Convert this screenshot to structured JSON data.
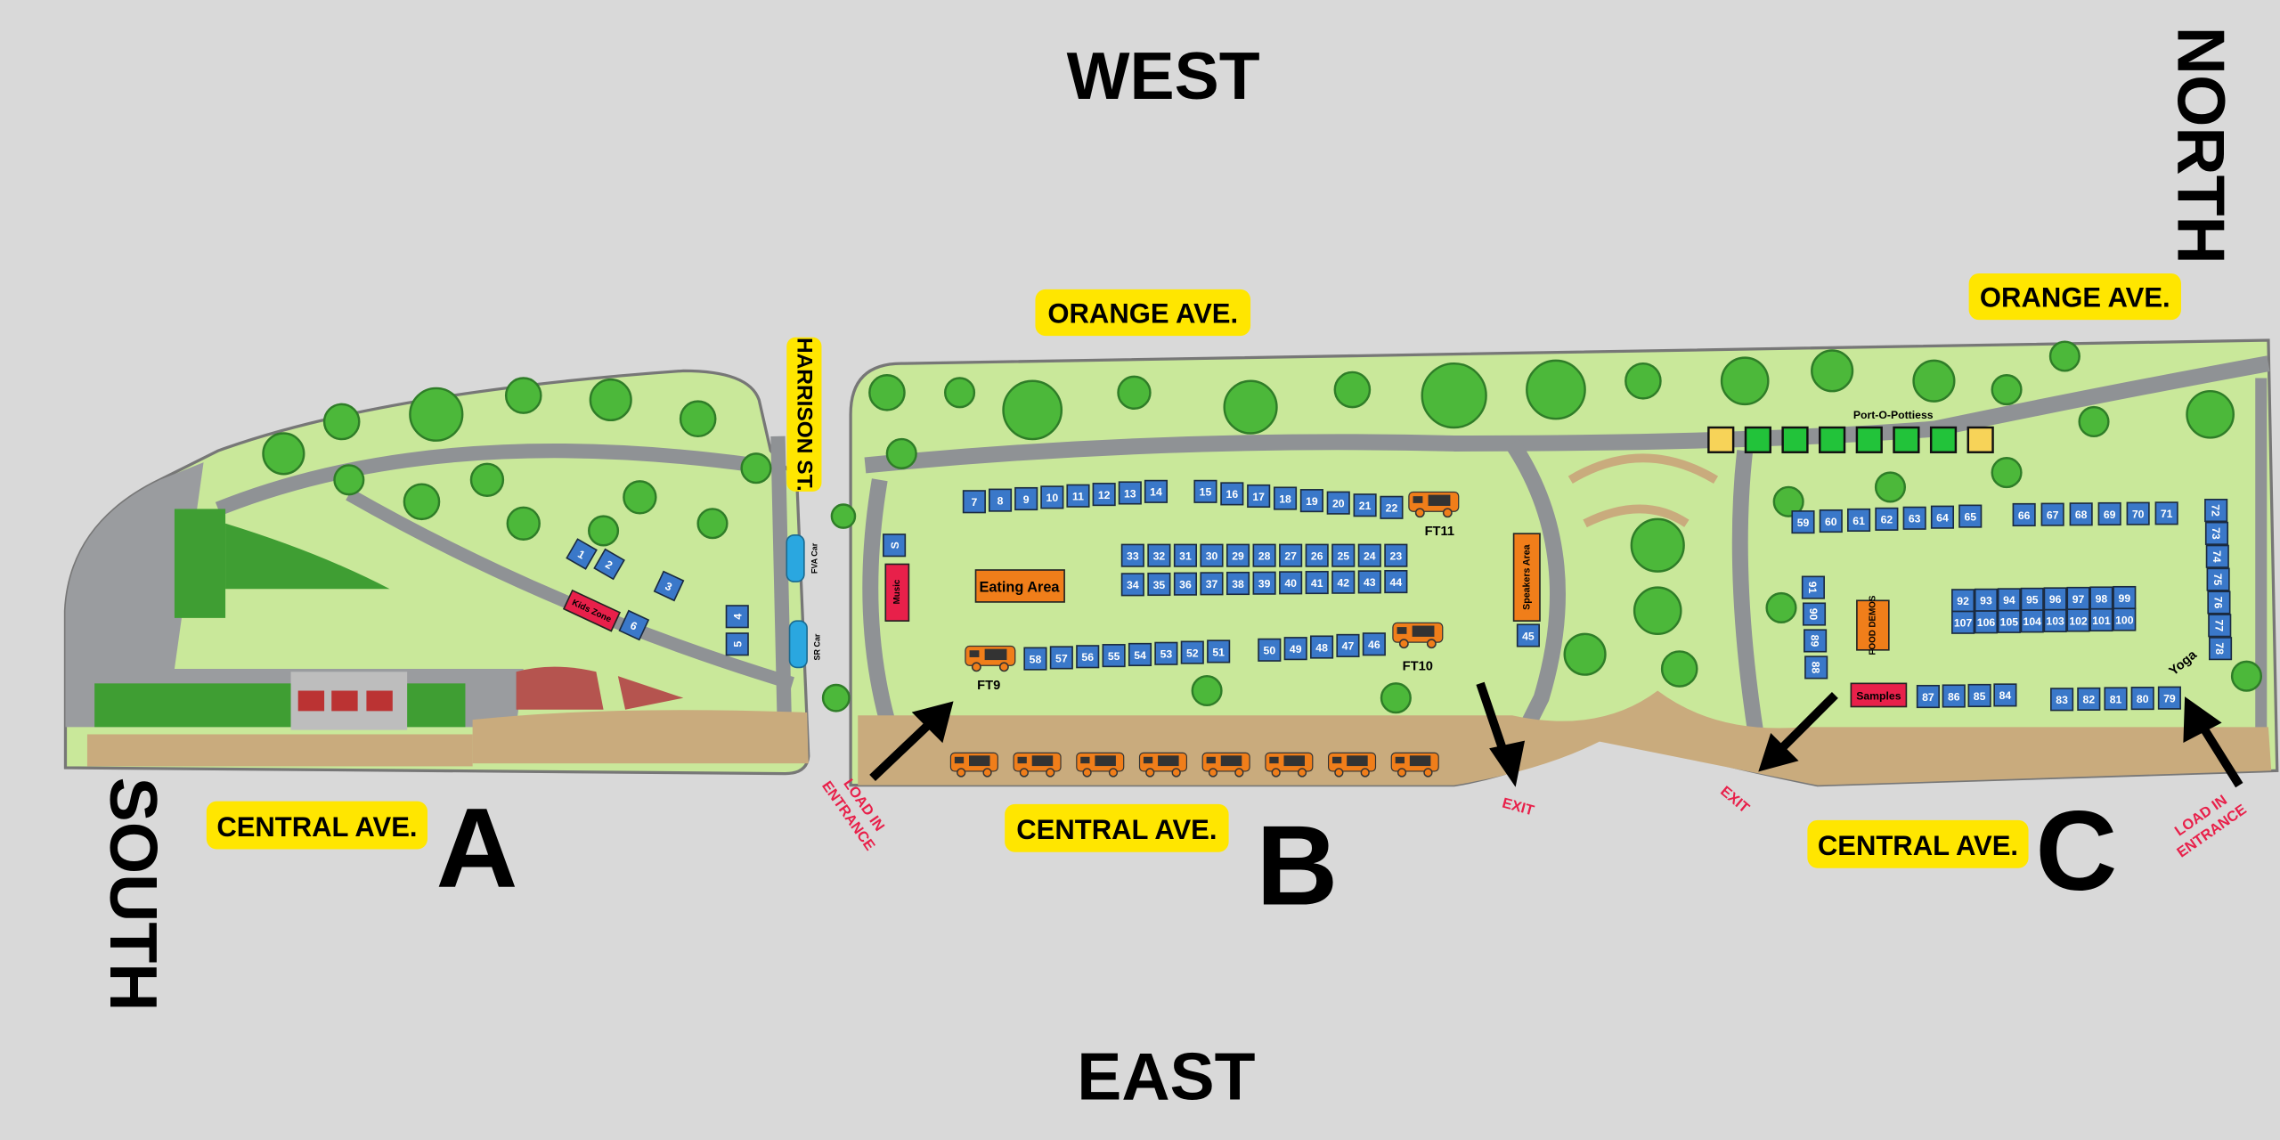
{
  "compass": {
    "west": "WEST",
    "east": "EAST",
    "north": "NORTH",
    "south": "SOUTH"
  },
  "streets": {
    "orange_ave_1": "ORANGE AVE.",
    "orange_ave_2": "ORANGE AVE.",
    "central_ave_a": "CENTRAL AVE.",
    "central_ave_b": "CENTRAL AVE.",
    "central_ave_c": "CENTRAL AVE.",
    "harrison_st": "HARRISON ST."
  },
  "sections": {
    "a": "A",
    "b": "B",
    "c": "C"
  },
  "entrances": {
    "line1": "LOAD IN",
    "line2": "ENTRANCE"
  },
  "exits": {
    "exit": "EXIT"
  },
  "areas": {
    "kids_zone": "Kids Zone",
    "music": "Music",
    "eating_area": "Eating Area",
    "speakers_area": "Speakers Area",
    "food_demos": "FOOD DEMOS",
    "samples": "Samples",
    "yoga": "Yoga",
    "port_o_potties": "Port-O-Pottiess"
  },
  "cars": {
    "fva": "FVA Car",
    "sr": "SR Car"
  },
  "food_trucks": {
    "ft9": "FT9",
    "ft10": "FT10",
    "ft11": "FT11"
  },
  "booths": {
    "a": [
      "1",
      "2",
      "3",
      "6",
      "4",
      "5"
    ],
    "b_s": [
      "S"
    ],
    "b_top_left": [
      "7",
      "8",
      "9",
      "10",
      "11",
      "12",
      "13",
      "14"
    ],
    "b_top_right": [
      "15",
      "16",
      "17",
      "18",
      "19",
      "20",
      "21",
      "22"
    ],
    "b_mid_upper": [
      "33",
      "32",
      "31",
      "30",
      "29",
      "28",
      "27",
      "26",
      "25",
      "24",
      "23"
    ],
    "b_mid_lower": [
      "34",
      "35",
      "36",
      "37",
      "38",
      "39",
      "40",
      "41",
      "42",
      "43",
      "44"
    ],
    "b_bottom_left": [
      "58",
      "57",
      "56",
      "55",
      "54",
      "53",
      "52",
      "51"
    ],
    "b_bottom_right": [
      "50",
      "49",
      "48",
      "47",
      "46"
    ],
    "b_speakers": [
      "45"
    ],
    "c_top_left": [
      "59",
      "60",
      "61",
      "62",
      "63",
      "64",
      "65"
    ],
    "c_top_right": [
      "66",
      "67",
      "68",
      "69",
      "70",
      "71"
    ],
    "c_right_column": [
      "72",
      "73",
      "74",
      "75",
      "76",
      "77",
      "78"
    ],
    "c_mid_upper": [
      "92",
      "93",
      "94",
      "95",
      "96",
      "97",
      "98",
      "99"
    ],
    "c_mid_lower": [
      "107",
      "106",
      "105",
      "104",
      "103",
      "102",
      "101",
      "100"
    ],
    "c_left_column": [
      "91",
      "90",
      "89",
      "88"
    ],
    "c_bottom_left": [
      "87",
      "86",
      "85",
      "84"
    ],
    "c_bottom_right": [
      "83",
      "82",
      "81",
      "80",
      "79"
    ]
  },
  "port_o_potty_colors": [
    "#f7d358",
    "#22c33a",
    "#22c33a",
    "#22c33a",
    "#22c33a",
    "#22c33a",
    "#22c33a",
    "#f7d358"
  ],
  "colors": {
    "background": "#d9d9d9",
    "grass": "#c9e89a",
    "tree": "#4cb83a",
    "path": "#8f9295",
    "dirt": "#c9ab7d",
    "booth": "#3a78c9",
    "area_orange": "#f07e1a",
    "area_red": "#e8204a",
    "street_badge": "#ffe600"
  }
}
